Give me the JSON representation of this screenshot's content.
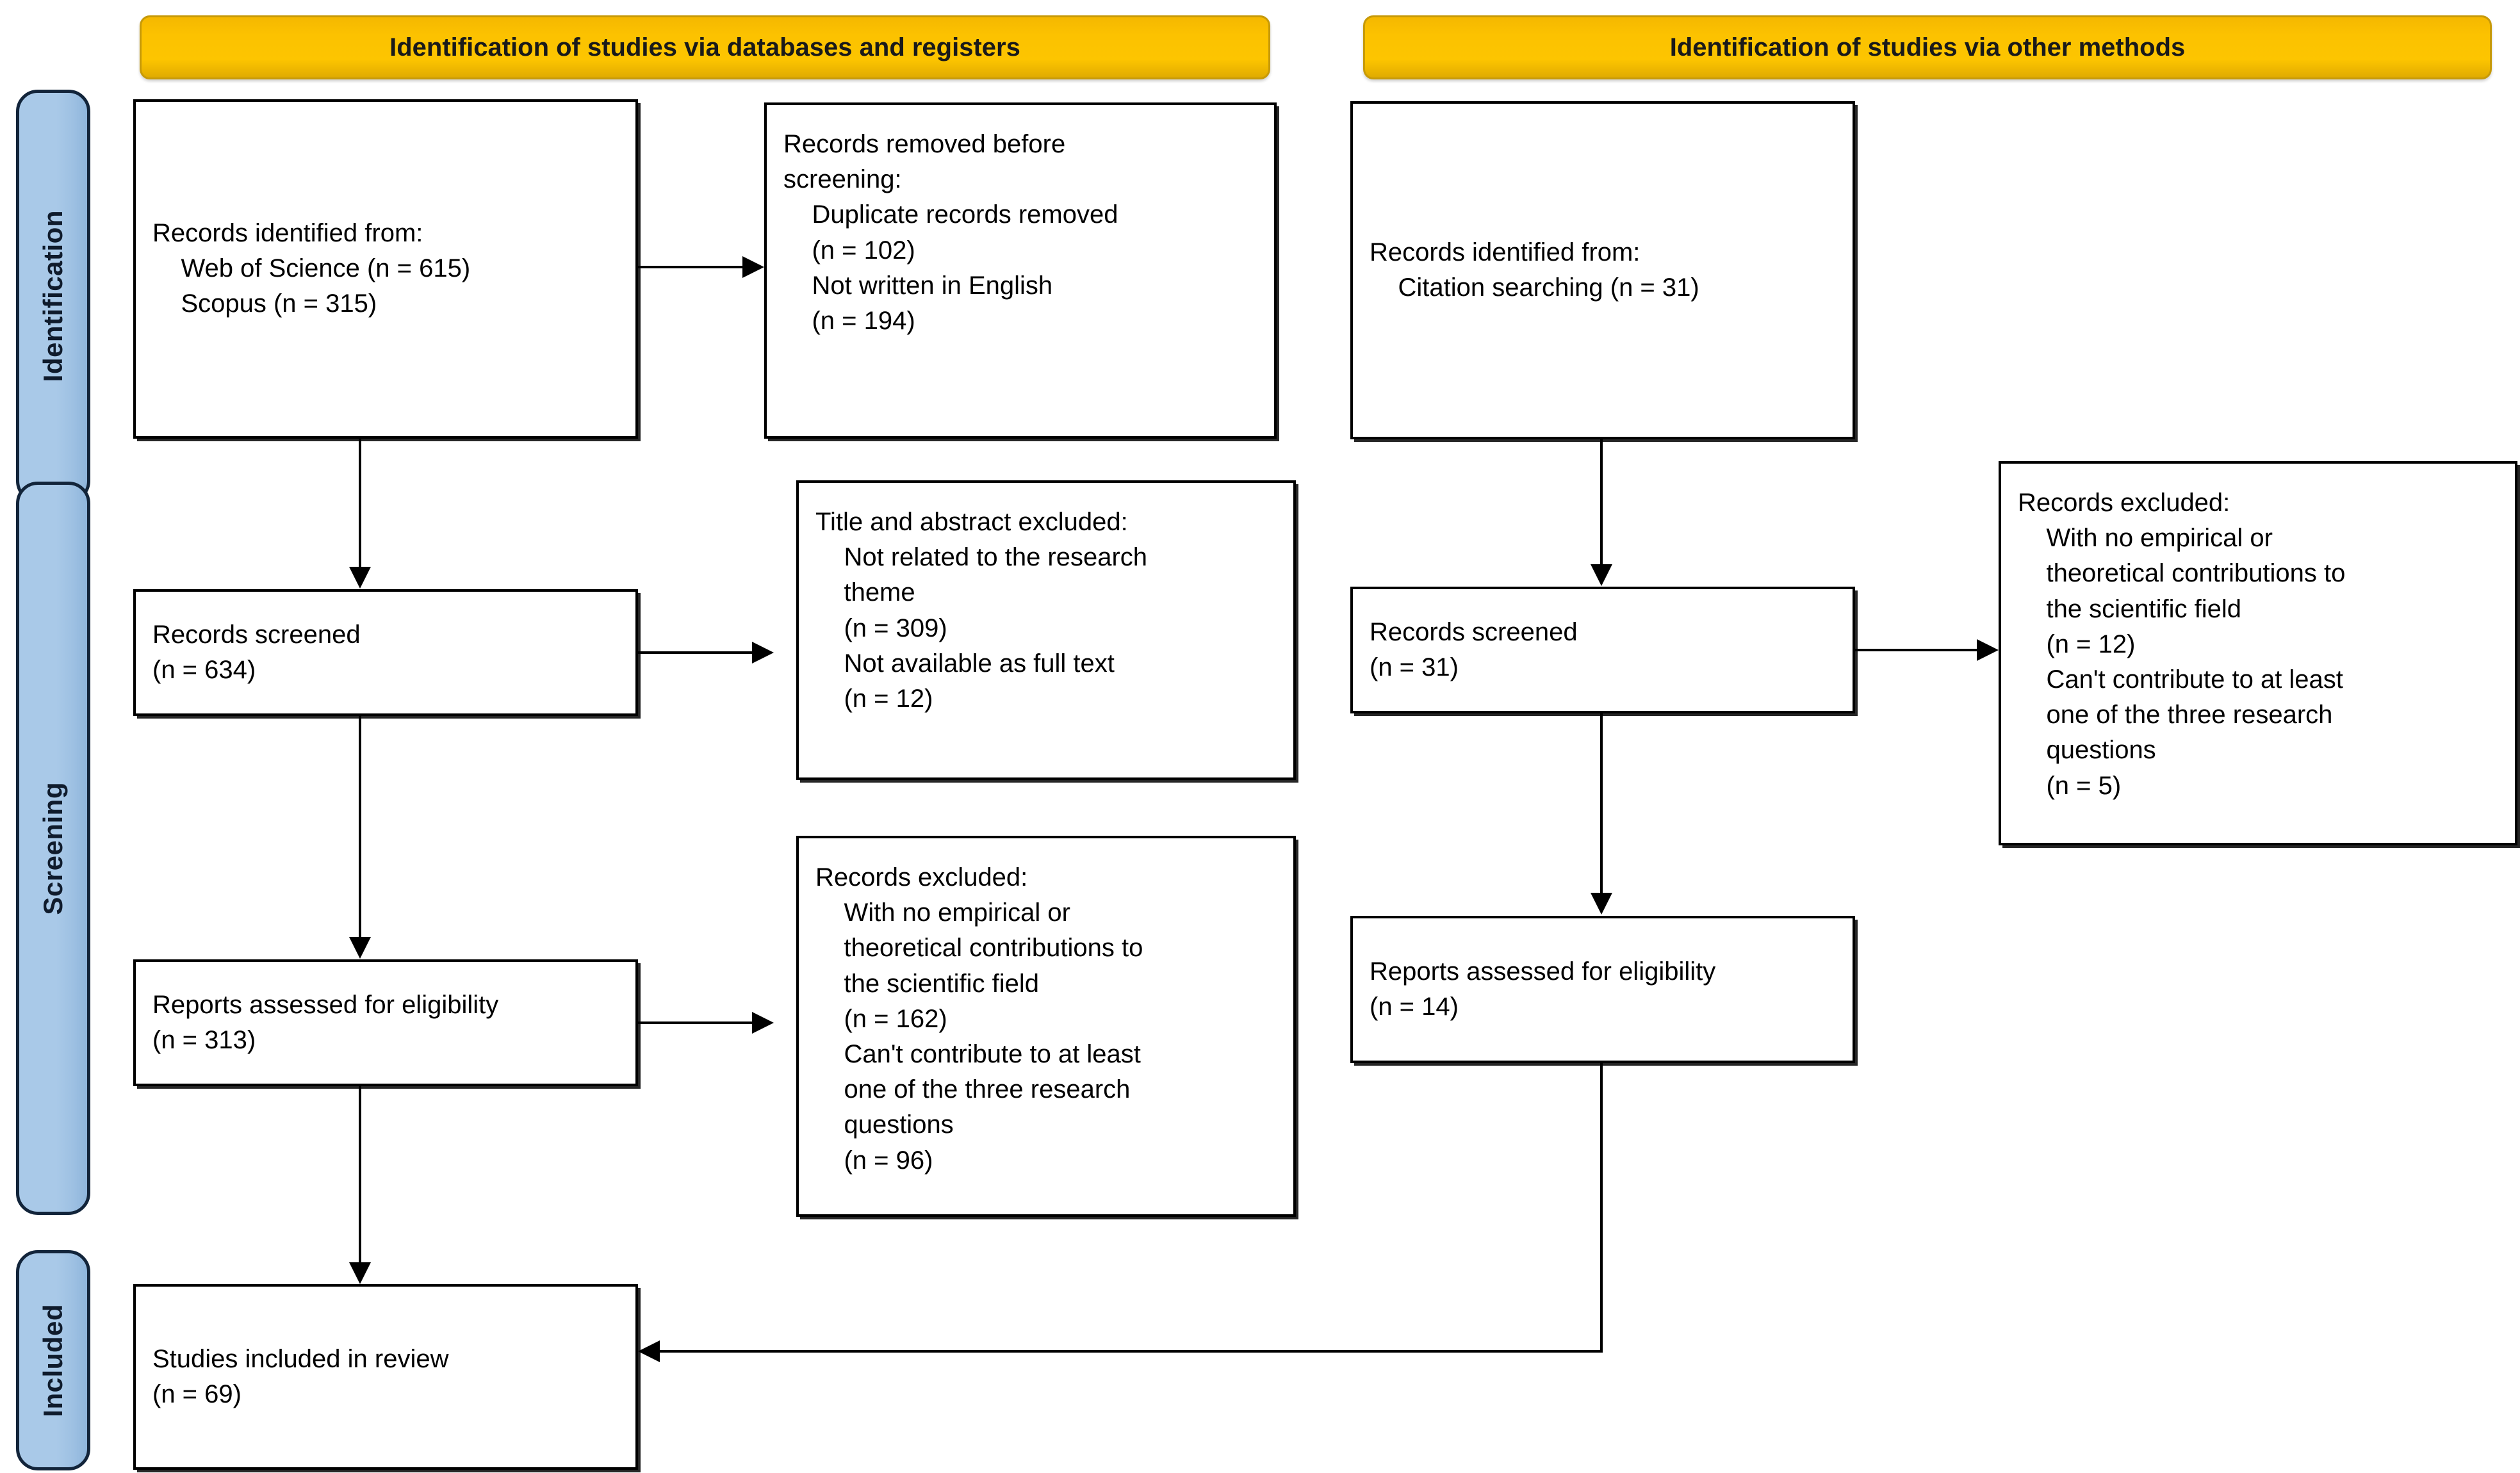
{
  "diagram": {
    "type": "prisma-flow-diagram",
    "stages": [
      {
        "id": "identification",
        "label": "Identification"
      },
      {
        "id": "screening",
        "label": "Screening"
      },
      {
        "id": "included",
        "label": "Included"
      }
    ],
    "banners": [
      {
        "id": "databases-registers",
        "label": "Identification of studies via databases and registers"
      },
      {
        "id": "other-methods",
        "label": "Identification of studies via other methods"
      }
    ],
    "boxes": {
      "records_identified_db": "Records identified from:\n    Web of Science (n = 615)\n    Scopus (n = 315)",
      "records_removed": "Records removed before\nscreening:\n    Duplicate records removed\n    (n = 102)\n    Not written in English\n    (n = 194)",
      "records_screened_db": "Records screened\n(n = 634)",
      "title_abstract_excluded": "Title and abstract excluded:\n    Not related to the research\n    theme\n    (n = 309)\n    Not available as full text\n    (n = 12)",
      "reports_eligibility_db": "Reports assessed for eligibility\n(n = 313)",
      "records_excluded_db": "Records excluded:\n    With no empirical or\n    theoretical contributions to\n    the scientific field\n    (n = 162)\n    Can't contribute to at least\n    one of the three research\n    questions\n    (n = 96)",
      "studies_included": "Studies included in review\n(n = 69)",
      "records_identified_other": "Records identified from:\n    Citation searching (n = 31)",
      "records_screened_other": "Records screened\n(n = 31)",
      "records_excluded_other": "Records excluded:\n    With no empirical or\n    theoretical contributions to\n    the scientific field\n    (n = 12)\n    Can't contribute to at least\n    one of the three research\n    questions\n    (n = 5)",
      "reports_eligibility_other": "Reports assessed for eligibility\n(n = 14)"
    },
    "counts": {
      "web_of_science": 615,
      "scopus": 315,
      "duplicate_records_removed": 102,
      "not_written_in_english": 194,
      "records_screened_db": 634,
      "not_related_to_research_theme": 309,
      "not_available_as_full_text": 12,
      "reports_assessed_db": 313,
      "no_empirical_or_theoretical_db": 162,
      "cannot_contribute_db": 96,
      "studies_included_in_review": 69,
      "citation_searching": 31,
      "records_screened_other": 31,
      "no_empirical_or_theoretical_other": 12,
      "cannot_contribute_other": 5,
      "reports_assessed_other": 14
    },
    "colors": {
      "banner_fill": "#fcc200",
      "banner_border": "#c79a08",
      "stage_fill": "#a9c9e8",
      "stage_border": "#12243a",
      "box_border": "#000000",
      "box_fill": "#ffffff",
      "connector": "#000000",
      "background": "#ffffff"
    }
  }
}
